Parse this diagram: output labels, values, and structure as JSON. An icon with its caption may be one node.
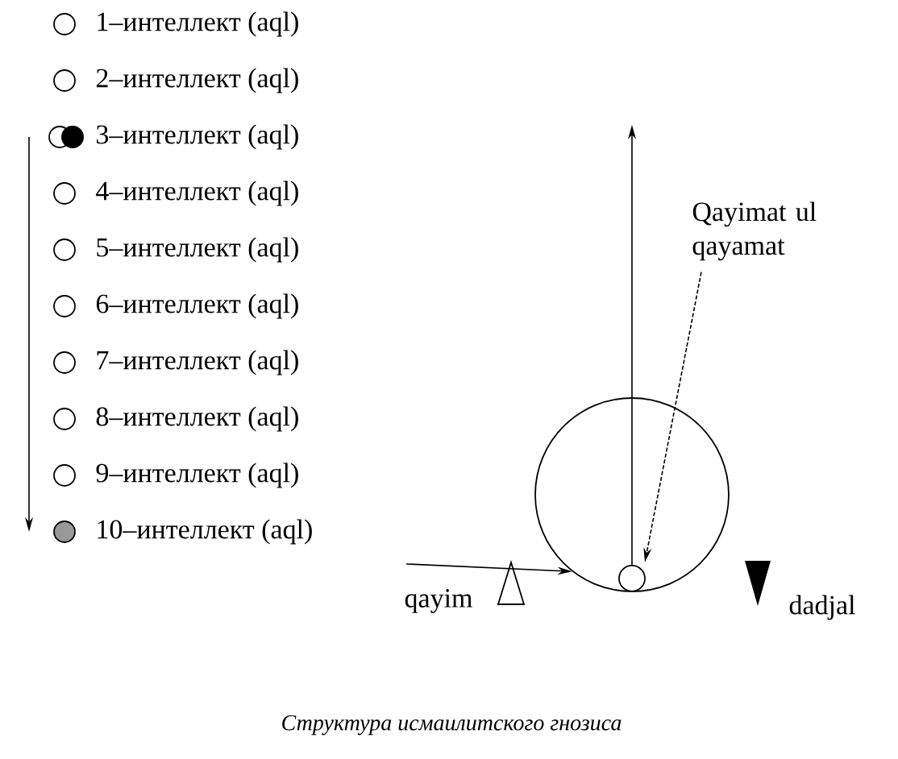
{
  "diagram": {
    "caption": "Структура исмаилитского гнозиса",
    "nodes": [
      {
        "text": [
          "1–интеллект (aql)"
        ]
      },
      {
        "text": [
          "2–интеллект (aql)"
        ]
      },
      {
        "text": [
          "3–интеллект (aql)"
        ]
      },
      {
        "text": [
          "4–интеллект (aql)"
        ]
      },
      {
        "text": [
          "5–интеллект (aql)"
        ]
      },
      {
        "text": [
          "6–интеллект (aql)"
        ]
      },
      {
        "text": [
          "7–интеллект (aql)"
        ]
      },
      {
        "text": [
          "8–интеллект (aql)"
        ]
      },
      {
        "text": [
          "9–интеллект (aql)"
        ]
      },
      {
        "text": [
          "10–интеллект (aql)"
        ]
      },
      {
        "text": [
          "Qayimat ul qayamat"
        ]
      },
      {
        "text": [],
        "shape": "circle"
      },
      {
        "text": [],
        "shape": "circle",
        "in": 11
      }
    ],
    "edges": [
      {
        "from": 2,
        "to": 9,
        "arrow": "to"
      },
      {
        "from": 12,
        "to": null,
        "arrow": "to"
      },
      {
        "from": 10,
        "to": 12,
        "arrow": "to",
        "style": "dashed"
      },
      {
        "from": null,
        "to": 11,
        "arrow": "to"
      }
    ],
    "labels": [
      "qayim",
      "dadjal"
    ]
  }
}
